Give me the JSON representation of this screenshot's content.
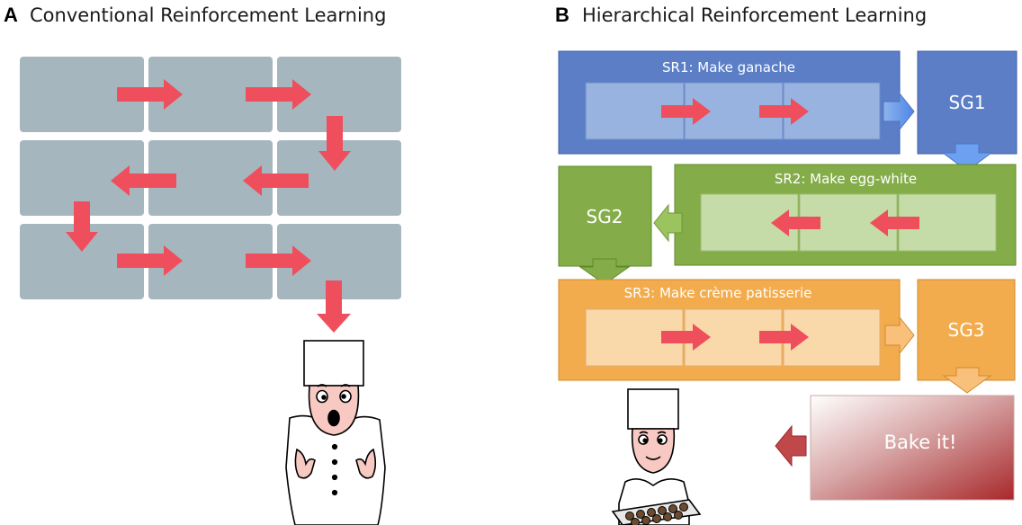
{
  "panel_a": {
    "letter": "A",
    "title": "Conventional Reinforcement Learning"
  },
  "panel_b": {
    "letter": "B",
    "title": "Hierarchical Reinforcement Learning",
    "subroutines": [
      {
        "label": "SR1: Make ganache",
        "goal": "SG1",
        "color": "#5b7ec6"
      },
      {
        "label": "SR2: Make egg-white",
        "goal": "SG2",
        "color": "#84ad4a"
      },
      {
        "label": "SR3: Make crème patisserie",
        "goal": "SG3",
        "color": "#f2ac4e"
      }
    ],
    "final_step": "Bake it!"
  },
  "colors": {
    "arrow": "#ef4f5c",
    "grid_cell": "#a6b6bf",
    "bake_dark": "#a8282a"
  }
}
